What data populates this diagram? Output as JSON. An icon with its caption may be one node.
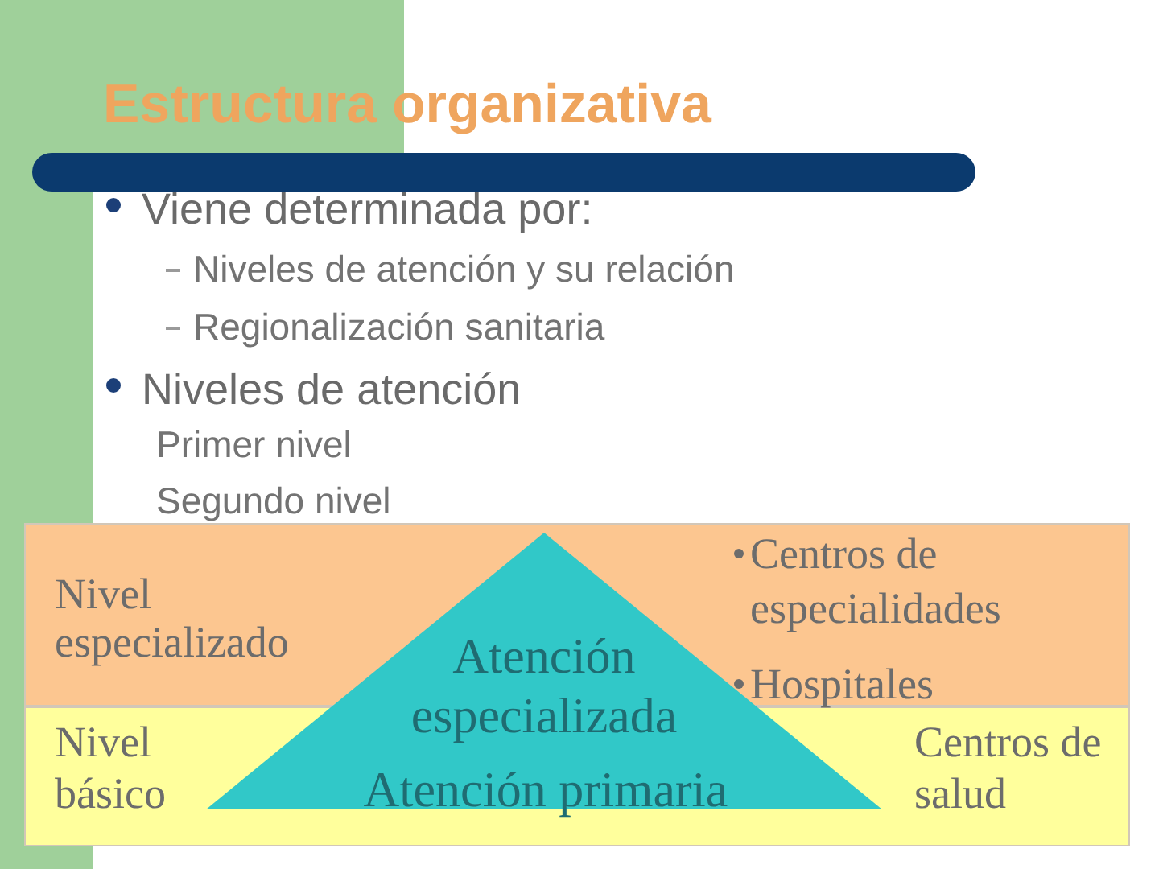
{
  "diagram": {
    "title": "Estructura organizativa",
    "nodes": [
      {
        "text": [
          "Nivel especializado",
          "Centros de especialidades",
          "Hospitales"
        ]
      },
      {
        "text": [
          "Nivel básico",
          "Atención primaria",
          "Centros de salud"
        ]
      },
      {
        "text": [
          "Atención especializada"
        ]
      }
    ],
    "labels": [
      "Viene determinada por:",
      "Niveles de atención y su relación",
      "Regionalización sanitaria",
      "Niveles de atención",
      "Primer nivel",
      "Segundo nivel"
    ]
  }
}
